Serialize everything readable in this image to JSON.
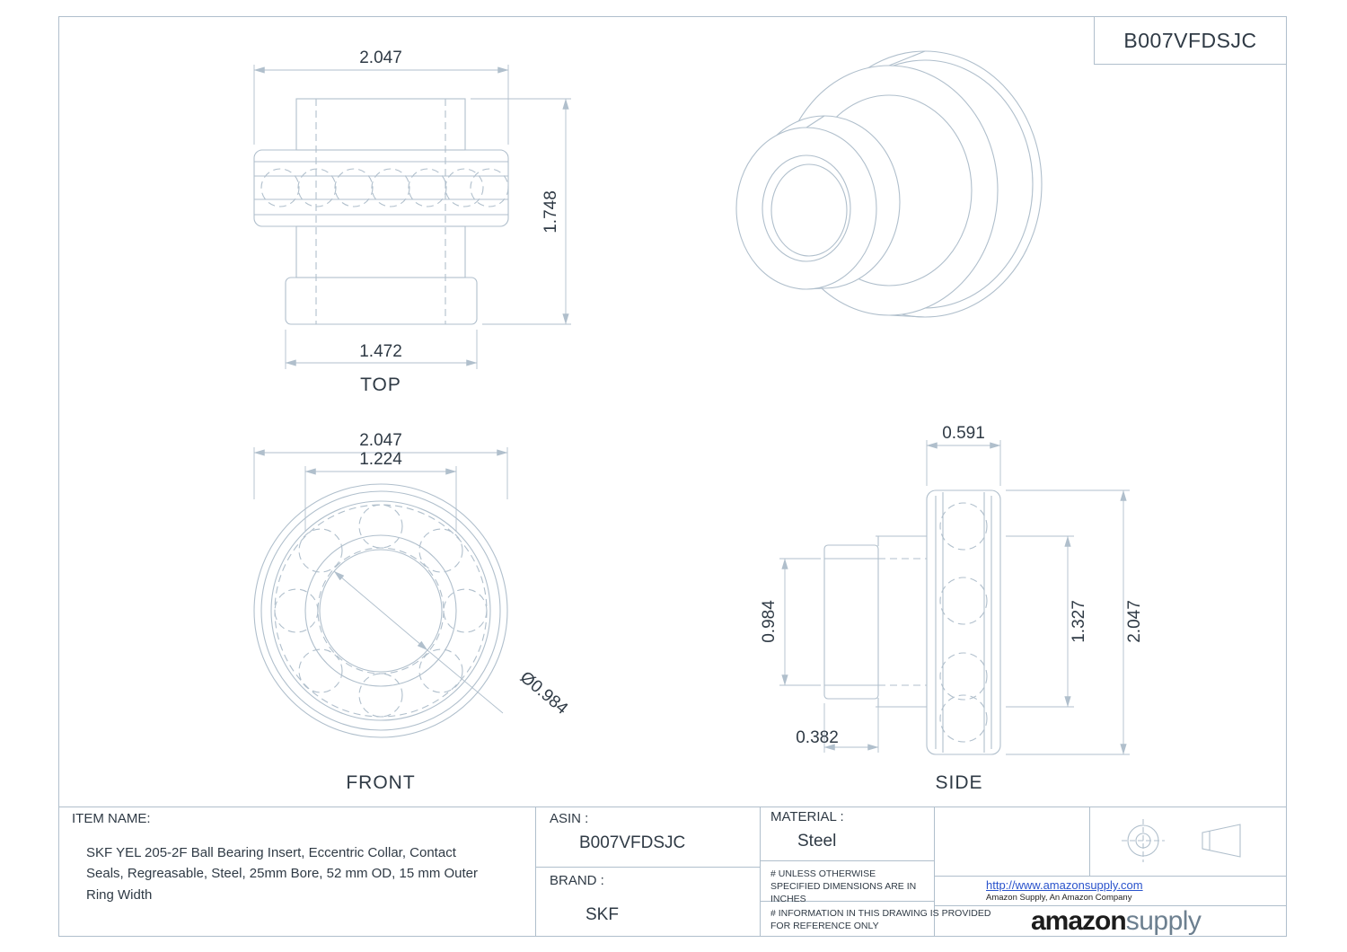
{
  "colors": {
    "line": "#b0bfcc",
    "text": "#2f3a45",
    "link": "#2a53cc",
    "logo_amazon": "#1c1c1c",
    "logo_supply": "#6d8090"
  },
  "header": {
    "part_number": "B007VFDSJC"
  },
  "views": {
    "top": {
      "label": "TOP",
      "dim_od": "2.047",
      "dim_height": "1.748",
      "dim_collar": "1.472"
    },
    "front": {
      "label": "FRONT",
      "dim_od": "2.047",
      "dim_inner": "1.224",
      "dim_bore": "Ø0.984"
    },
    "side": {
      "label": "SIDE",
      "dim_width": "0.591",
      "dim_bore": "0.984",
      "dim_inner_od": "1.327",
      "dim_od": "2.047",
      "dim_collar_offset": "0.382"
    }
  },
  "title_block": {
    "item_name_label": "ITEM NAME:",
    "item_name": "SKF YEL 205-2F Ball Bearing Insert, Eccentric Collar, Contact Seals, Regreasable, Steel, 25mm Bore, 52 mm OD, 15 mm Outer Ring Width",
    "asin_label": "ASIN :",
    "asin_value": "B007VFDSJC",
    "brand_label": "BRAND :",
    "brand_value": "SKF",
    "material_label": "MATERIAL :",
    "material_value": "Steel",
    "note_dimensions": "# UNLESS OTHERWISE SPECIFIED DIMENSIONS ARE IN INCHES",
    "note_reference": "# INFORMATION IN THIS DRAWING IS PROVIDED FOR REFERENCE ONLY",
    "url": "http://www.amazonsupply.com",
    "company_line": "Amazon Supply, An Amazon Company",
    "logo_amazon": "amazon",
    "logo_supply": "supply"
  }
}
